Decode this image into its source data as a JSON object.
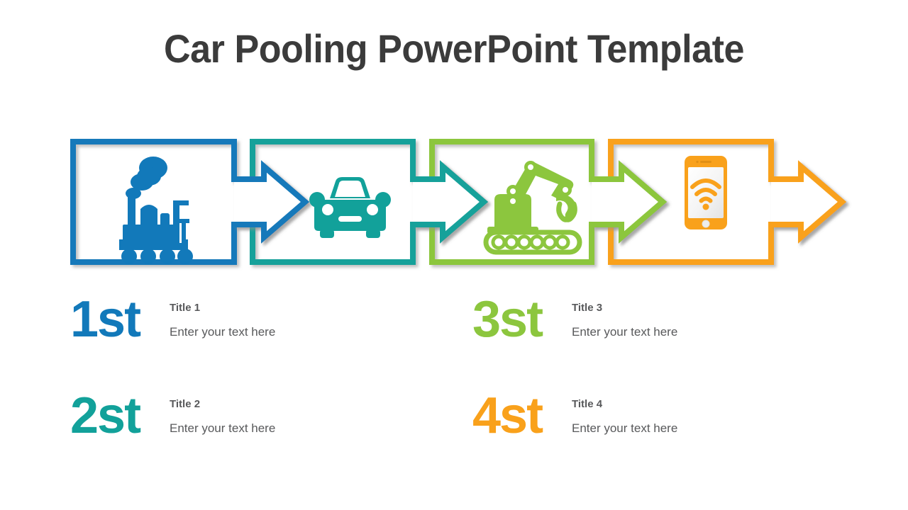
{
  "slide": {
    "title": "Car Pooling PowerPoint Template",
    "title_color": "#3b3b3b",
    "background": "#ffffff"
  },
  "colors": {
    "step1_blue": "#1279ba",
    "step2_teal": "#12a19a",
    "step3_green": "#8cc63e",
    "step4_orange": "#f9a11b",
    "text_gray": "#58595b"
  },
  "process_chain": {
    "steps": [
      {
        "index": 1,
        "icon": "train-icon",
        "icon_label": "steam-locomotive",
        "color": "#1279ba",
        "has_left_notch": false,
        "has_right_arrow": true
      },
      {
        "index": 2,
        "icon": "car-icon",
        "icon_label": "car-front",
        "color": "#12a19a",
        "has_left_notch": true,
        "has_right_arrow": true
      },
      {
        "index": 3,
        "icon": "robot-arm-icon",
        "icon_label": "robotic-arm-conveyor",
        "color": "#8cc63e",
        "has_left_notch": true,
        "has_right_arrow": true
      },
      {
        "index": 4,
        "icon": "smartphone-wifi-icon",
        "icon_label": "smartphone-wireless",
        "color": "#f9a11b",
        "has_left_notch": true,
        "has_right_arrow": true
      }
    ]
  },
  "legend": {
    "items": [
      {
        "rank": "1st",
        "title": "Title 1",
        "body": "Enter your text here",
        "color": "#1279ba"
      },
      {
        "rank": "2st",
        "title": "Title 2",
        "body": "Enter your text here",
        "color": "#12a19a"
      },
      {
        "rank": "3st",
        "title": "Title 3",
        "body": "Enter your text here",
        "color": "#8cc63e"
      },
      {
        "rank": "4st",
        "title": "Title 4",
        "body": "Enter your text here",
        "color": "#f9a11b"
      }
    ]
  }
}
